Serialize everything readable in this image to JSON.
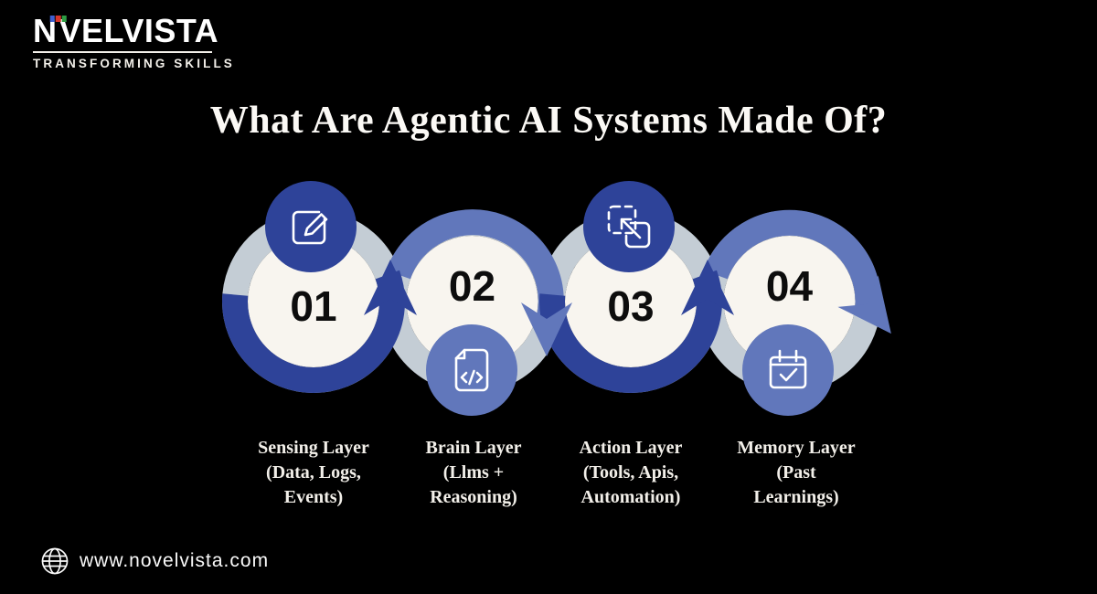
{
  "brand": {
    "name_prefix": "N",
    "name_suffix": "VELVISTA",
    "tagline": "TRANSFORMING SKILLS",
    "medal_ribbon_colors": [
      "#3E5FD0",
      "#D7352B",
      "#2E9E44"
    ]
  },
  "title": "What Are Agentic AI Systems Made Of?",
  "steps": [
    {
      "number": "01",
      "icon": "edit-square-icon",
      "label_lines": [
        "Sensing Layer",
        "(Data, Logs,",
        "Events)"
      ]
    },
    {
      "number": "02",
      "icon": "document-code-icon",
      "label_lines": [
        "Brain Layer",
        "(Llms +",
        "Reasoning)"
      ]
    },
    {
      "number": "03",
      "icon": "transfer-squares-icon",
      "label_lines": [
        "Action Layer",
        "(Tools, Apis,",
        "Automation)"
      ]
    },
    {
      "number": "04",
      "icon": "calendar-check-icon",
      "label_lines": [
        "Memory Layer",
        "(Past",
        "Learnings)"
      ]
    }
  ],
  "footer": {
    "website": "www.novelvista.com"
  },
  "colors": {
    "background": "#000000",
    "dark_blue": "#2E4399",
    "medium_blue": "#6177BB",
    "ring_gray": "#C4CDD5",
    "inner_cream": "#F8F5EF",
    "number_black": "#0D0D0D",
    "logo_gold": "#F2A51A",
    "text_white": "#F2EFE9"
  }
}
